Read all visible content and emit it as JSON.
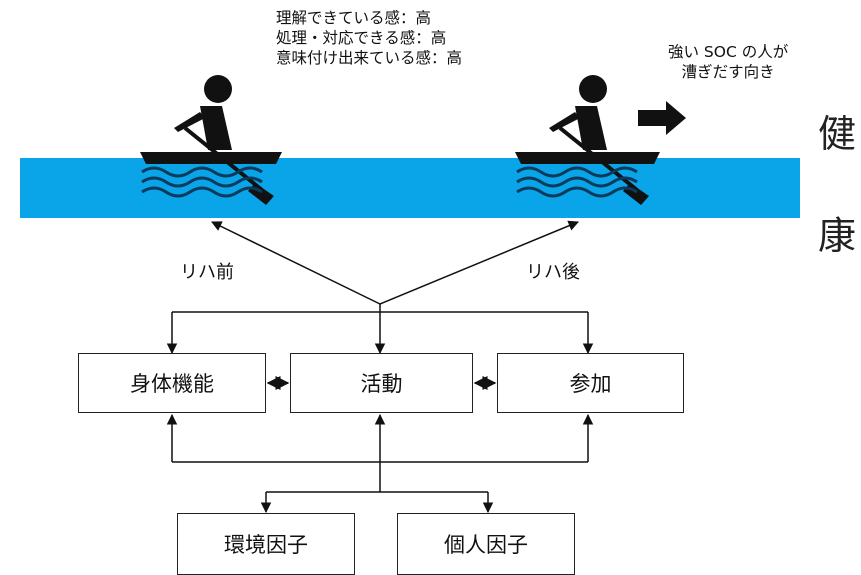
{
  "top_note": {
    "lines": [
      "理解できている感：高",
      "処理・対応できる感：高",
      "意味付け出来ている感：高"
    ]
  },
  "soc_note": {
    "lines": [
      "強い SOC の人が",
      "漕ぎだす向き"
    ]
  },
  "side_text": [
    "健",
    "康"
  ],
  "arrow_labels": {
    "before": "リハ前",
    "after": "リハ後"
  },
  "boxes": {
    "body_function": "身体機能",
    "activity": "活動",
    "participation": "参加",
    "environment": "環境因子",
    "personal": "個人因子"
  },
  "colors": {
    "water": "#0aa4e8",
    "wave": "#0b3a5c",
    "ink": "#111111"
  }
}
